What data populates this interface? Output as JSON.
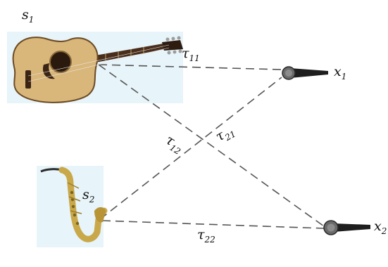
{
  "sources": [
    {
      "symbol": "s",
      "index": "1",
      "instrument_icon": "acoustic-guitar"
    },
    {
      "symbol": "s",
      "index": "2",
      "instrument_icon": "saxophone"
    }
  ],
  "microphones": [
    {
      "symbol": "x",
      "index": "1",
      "icon": "microphone"
    },
    {
      "symbol": "x",
      "index": "2",
      "icon": "microphone"
    }
  ],
  "delays": [
    {
      "symbol": "τ",
      "index": "11"
    },
    {
      "symbol": "τ",
      "index": "12"
    },
    {
      "symbol": "τ",
      "index": "21"
    },
    {
      "symbol": "τ",
      "index": "22"
    }
  ],
  "colors": {
    "path_line": "#555555",
    "image_backdrop": "#e7f4f9",
    "guitar_body": "#d9b67a",
    "sax_brass": "#c9a84a",
    "mic_head": "#3a3a3a"
  }
}
